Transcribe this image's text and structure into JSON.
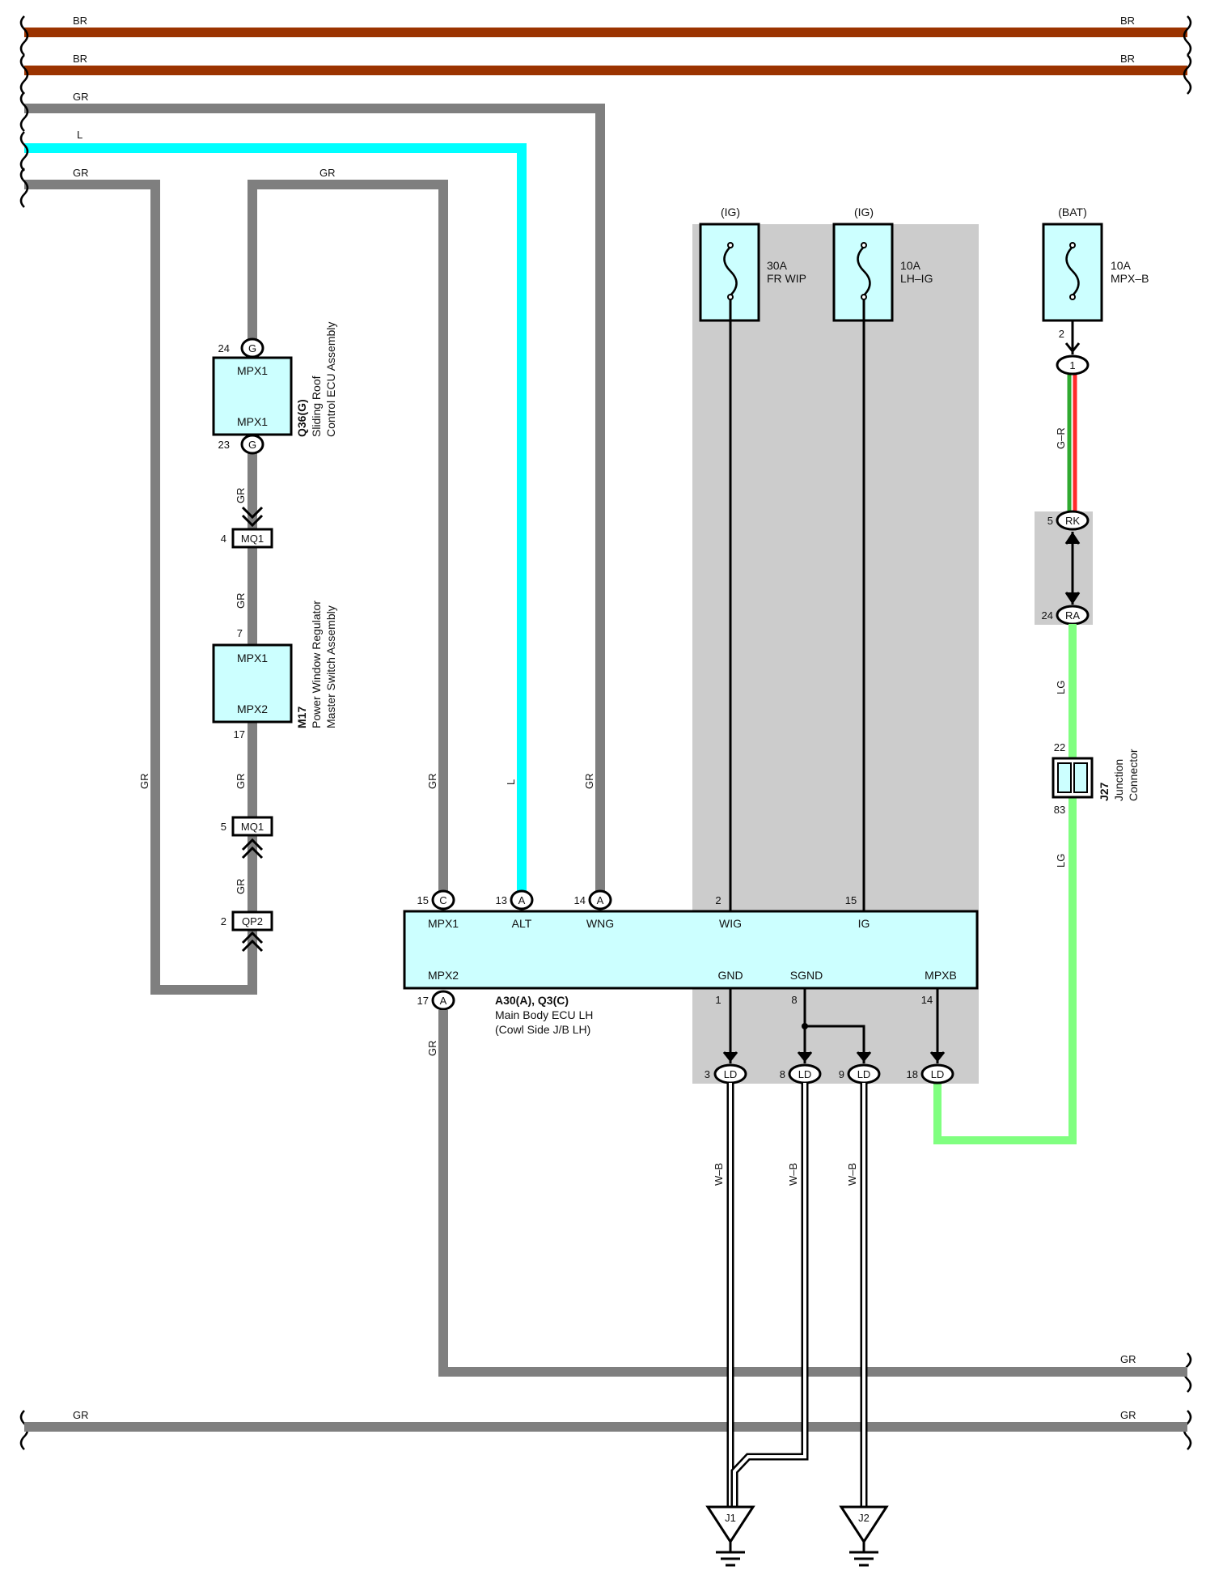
{
  "colors": {
    "BR": "#9b3300",
    "GR": "#7f7f7f",
    "L": "#00ffff",
    "LG": "#80ff80",
    "G": "#2faa2f",
    "R": "#ff2a2a",
    "W-B": "#ffffff",
    "component_fill": "#ccffff",
    "jb_shade": "#cccccc"
  },
  "wires": {
    "br1": "BR",
    "br1_r": "BR",
    "br2": "BR",
    "br2_r": "BR",
    "gr_top": "GR",
    "l_top": "L",
    "gr_left": "GR",
    "gr_mid_top": "GR",
    "gr_v1": "GR",
    "gr_v_mpx": "GR",
    "l_v": "L",
    "gr_v_wng": "GR",
    "gr_a": "GR",
    "gr_b": "GR",
    "gr_c": "GR",
    "gr_d": "GR",
    "gr_bottom_v": "GR",
    "gr_b1": "GR",
    "gr_b1_r": "GR",
    "gr_b2": "GR",
    "gr_b2_r": "GR",
    "g_r": "G–R",
    "lg1": "LG",
    "lg2": "LG",
    "wb1": "W–B",
    "wb2": "W–B",
    "wb3": "W–B"
  },
  "fuses": [
    {
      "source": "(IG)",
      "rating": "30A",
      "name": "FR WIP"
    },
    {
      "source": "(IG)",
      "rating": "10A",
      "name": "LH–IG"
    },
    {
      "source": "(BAT)",
      "rating": "10A",
      "name": "MPX–B"
    }
  ],
  "sliding_roof": {
    "id": "Q36(G)",
    "line1": "Sliding Roof",
    "line2": "Control ECU Assembly",
    "term_top": "MPX1",
    "term_bottom": "MPX1",
    "pin_top": "24",
    "pin_bottom": "23",
    "conn": "G"
  },
  "power_window": {
    "id": "M17",
    "line1": "Power Window Regulator",
    "line2": "Master Switch Assembly",
    "term_top": "MPX1",
    "term_bottom": "MPX2",
    "pin_top": "7",
    "pin_bottom": "17"
  },
  "inline_connectors": {
    "mq1_a": {
      "pin": "4",
      "name": "MQ1"
    },
    "mq1_b": {
      "pin": "5",
      "name": "MQ1"
    },
    "qp2": {
      "pin": "2",
      "name": "QP2"
    }
  },
  "main_ecu": {
    "id": "A30(A), Q3(C)",
    "line1": "Main Body ECU LH",
    "line2": "(Cowl Side J/B LH)",
    "top_terms": [
      {
        "pin": "15",
        "conn": "C",
        "name": "MPX1"
      },
      {
        "pin": "13",
        "conn": "A",
        "name": "ALT"
      },
      {
        "pin": "14",
        "conn": "A",
        "name": "WNG"
      },
      {
        "pin": "2",
        "name": "WIG"
      },
      {
        "pin": "15",
        "name": "IG"
      }
    ],
    "bottom_terms": [
      {
        "pin": "17",
        "conn": "A",
        "name": "MPX2"
      },
      {
        "pin": "1",
        "name": "GND"
      },
      {
        "pin": "8",
        "name": "SGND"
      },
      {
        "pin": "14",
        "name": "MPXB"
      }
    ]
  },
  "ld_connectors": [
    {
      "pin": "3",
      "name": "LD"
    },
    {
      "pin": "8",
      "name": "LD"
    },
    {
      "pin": "9",
      "name": "LD"
    },
    {
      "pin": "18",
      "name": "LD"
    }
  ],
  "fuse_pin": "2",
  "conn_1": {
    "name": "1"
  },
  "rk": {
    "pin": "5",
    "name": "RK"
  },
  "ra": {
    "pin": "24",
    "name": "RA"
  },
  "junction": {
    "id": "J27",
    "line1": "Junction",
    "line2": "Connector",
    "pin_top": "22",
    "pin_bottom": "83"
  },
  "grounds": [
    {
      "name": "J1"
    },
    {
      "name": "J2"
    }
  ]
}
